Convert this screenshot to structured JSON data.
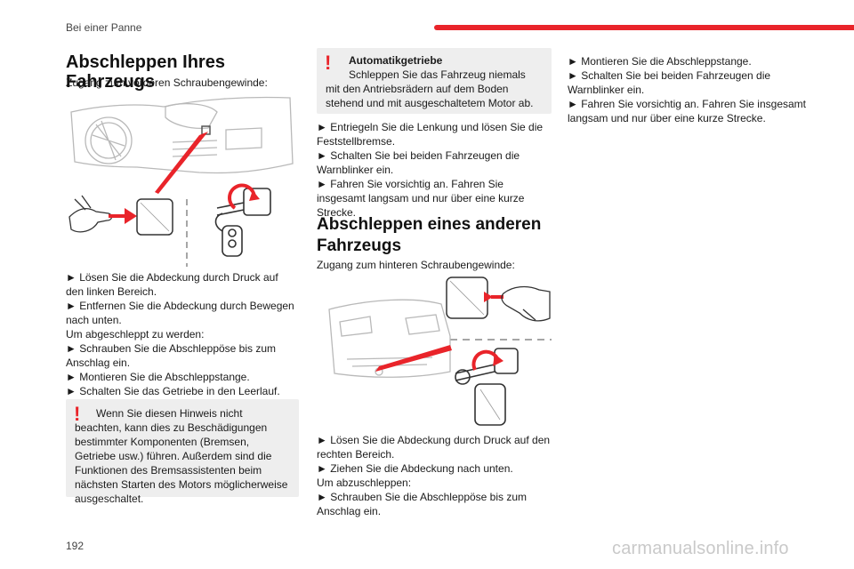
{
  "header": {
    "section": "Bei einer Panne",
    "accent_color": "#e9242a"
  },
  "col1": {
    "title": "Abschleppen Ihres Fahrzeugs",
    "intro": "Zugang zum vorderen Schraubengewinde:",
    "steps": [
      "► Lösen Sie die Abdeckung durch Druck auf den linken Bereich.",
      "► Entfernen Sie die Abdeckung durch Bewegen nach unten.",
      "Um abgeschleppt zu werden:",
      "► Schrauben Sie die Abschleppöse bis zum Anschlag ein.",
      "► Montieren Sie die Abschleppstange.",
      "► Schalten Sie das Getriebe in den Leerlauf."
    ],
    "warning": {
      "icon": "exclamation-icon",
      "text": "Wenn Sie diesen Hinweis nicht beachten, kann dies zu Beschädigungen bestimmter Komponenten (Bremsen, Getriebe usw.) führen. Außerdem sind die Funktionen des Bremsassistenten beim nächsten Starten des Motors möglicherweise ausgeschaltet."
    }
  },
  "col2": {
    "warning": {
      "icon": "exclamation-icon",
      "title": "Automatikgetriebe",
      "text": "Schleppen Sie das Fahrzeug niemals mit den Antriebsrädern auf dem Boden stehend und mit ausgeschaltetem Motor ab."
    },
    "steps": [
      "► Entriegeln Sie die Lenkung und lösen Sie die Feststellbremse.",
      "► Schalten Sie bei beiden Fahrzeugen die Warnblinker ein.",
      "► Fahren Sie vorsichtig an. Fahren Sie insgesamt langsam und nur über eine kurze Strecke."
    ],
    "title": "Abschleppen eines anderen Fahrzeugs",
    "intro": "Zugang zum hinteren Schraubengewinde:",
    "steps2": [
      "► Lösen Sie die Abdeckung durch Druck auf den rechten Bereich.",
      "► Ziehen Sie die Abdeckung nach unten.",
      "Um abzuschleppen:",
      "► Schrauben Sie die Abschleppöse bis zum Anschlag ein."
    ]
  },
  "col3": {
    "steps": [
      "► Montieren Sie die Abschleppstange.",
      "► Schalten Sie bei beiden Fahrzeugen die Warnblinker ein.",
      "► Fahren Sie vorsichtig an. Fahren Sie insgesamt langsam und nur über eine kurze Strecke."
    ]
  },
  "footer": {
    "page_number": "192",
    "watermark": "carmanualsonline.info"
  }
}
